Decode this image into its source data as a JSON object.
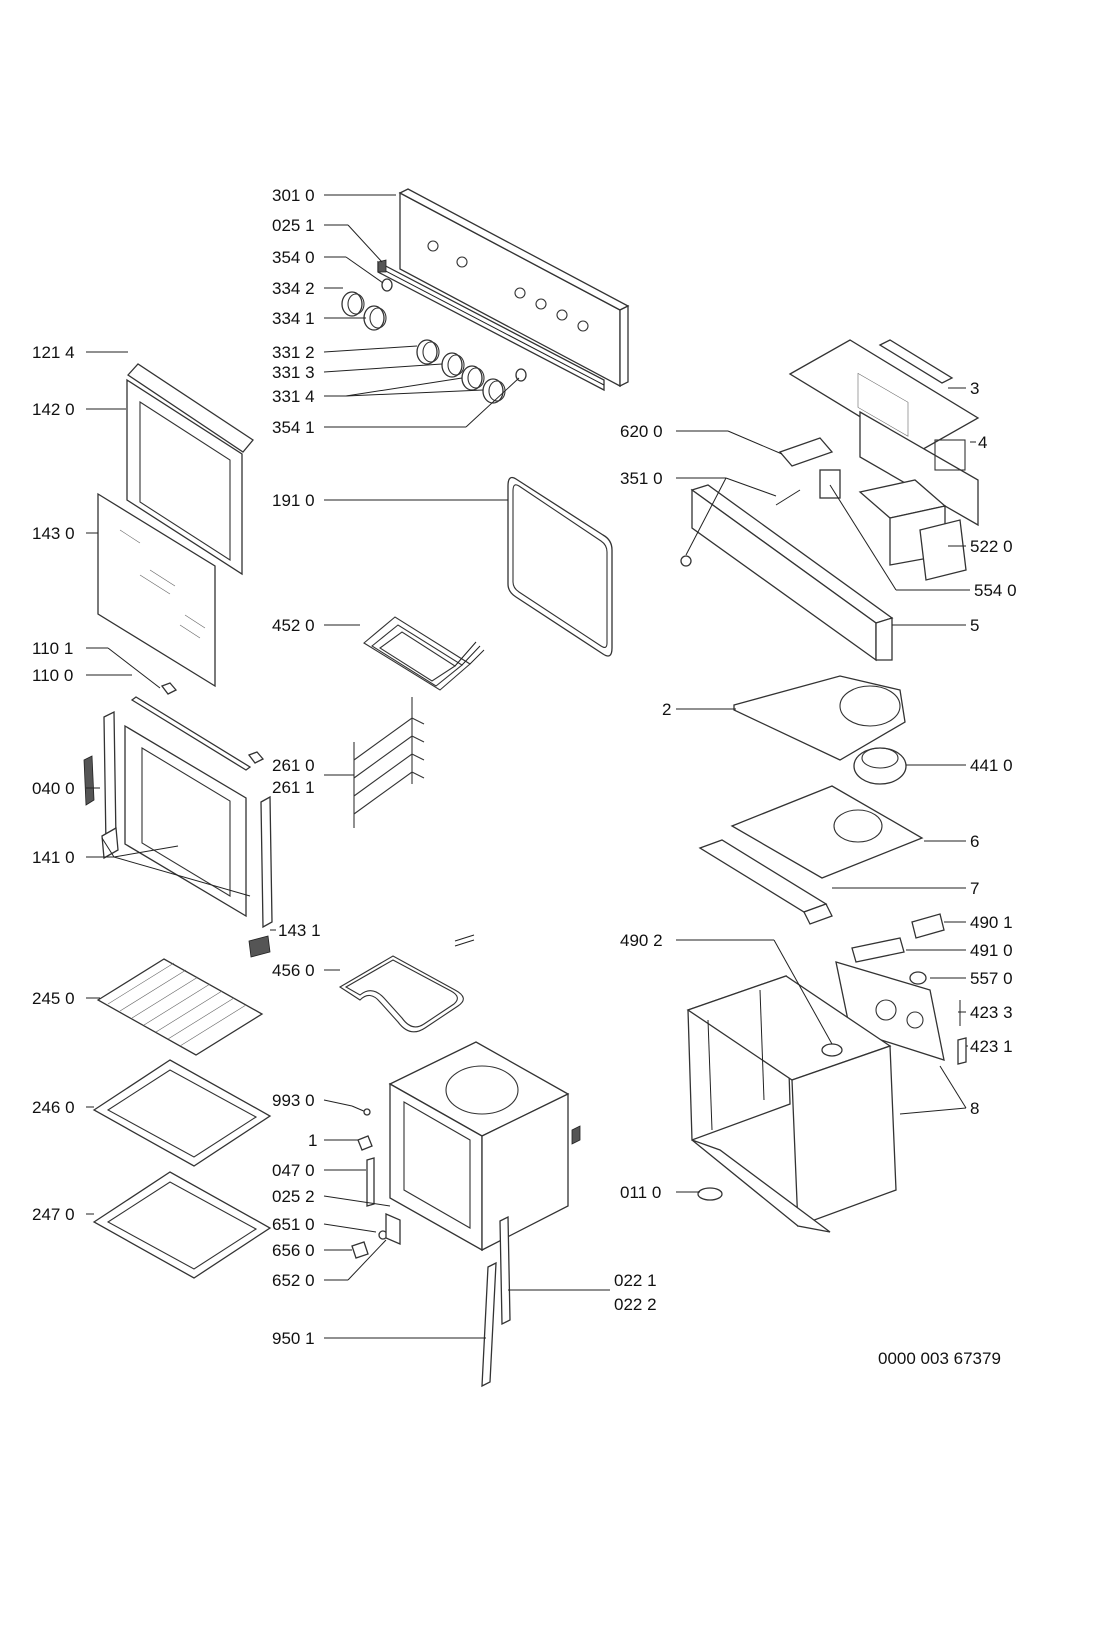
{
  "diagram": {
    "drawing_number": "0000 003 67379",
    "callouts": {
      "c3010": "301 0",
      "c0251": "025 1",
      "c3540": "354 0",
      "c3342": "334 2",
      "c3341": "334 1",
      "c1214": "121 4",
      "c3312": "331 2",
      "c3313": "331 3",
      "c3314": "331 4",
      "c1420": "142 0",
      "c3541": "354 1",
      "c6200": "620 0",
      "c1910": "191 0",
      "c3510": "351 0",
      "c1430": "143 0",
      "c5220": "522 0",
      "c5540": "554 0",
      "c4520": "452 0",
      "c1101": "110 1",
      "c1100": "110 0",
      "c2610": "261 0",
      "c2611": "261 1",
      "c0400": "040 0",
      "c4410": "441 0",
      "c1410": "141 0",
      "c1431": "143 1",
      "c4901": "490 1",
      "c4902": "490 2",
      "c4910": "491 0",
      "c4560": "456 0",
      "c5570": "557 0",
      "c2450": "245 0",
      "c4233": "423 3",
      "c4231": "423 1",
      "c2460": "246 0",
      "c9930": "993 0",
      "c1": "1",
      "c0470": "047 0",
      "c0252": "025 2",
      "c0110": "011 0",
      "c2470": "247 0",
      "c6510": "651 0",
      "c6560": "656 0",
      "c6520": "652 0",
      "c0221": "022 1",
      "c0222": "022 2",
      "c9501": "950 1",
      "n2": "2",
      "n3": "3",
      "n4": "4",
      "n5": "5",
      "n6": "6",
      "n7": "7",
      "n8": "8"
    }
  }
}
